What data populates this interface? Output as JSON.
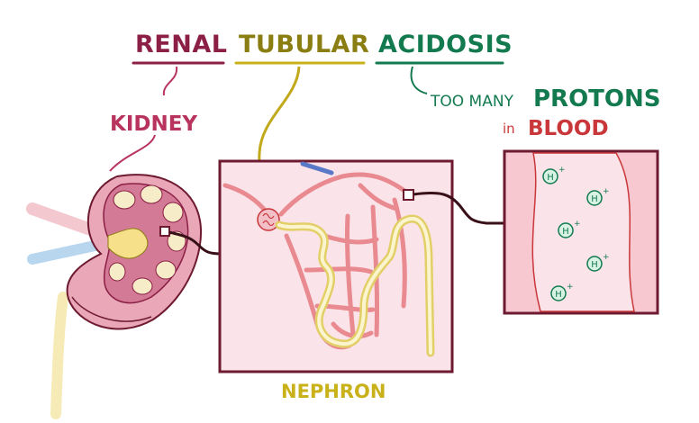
{
  "title": {
    "word1": "RENAL",
    "word2": "TUBULAR",
    "word3": "ACIDOSIS"
  },
  "labels": {
    "kidney": "KIDNEY",
    "nephron": "NEPHRON",
    "too_many": "TOO MANY",
    "protons": "PROTONS",
    "in": "in",
    "blood": "BLOOD"
  },
  "proton_symbol": "H",
  "proton_charge": "+",
  "colors": {
    "renal": "#8b1f45",
    "tubular": "#8a7d12",
    "acidosis": "#137a4f",
    "kidney_label": "#b8345e",
    "nephron_label": "#c9b11a",
    "blood_label": "#c9373a",
    "frame": "#6e1a30",
    "panel_fill": "#fbe3ea",
    "vessel": "#e88a8f",
    "tubule": "#f5eba0"
  }
}
